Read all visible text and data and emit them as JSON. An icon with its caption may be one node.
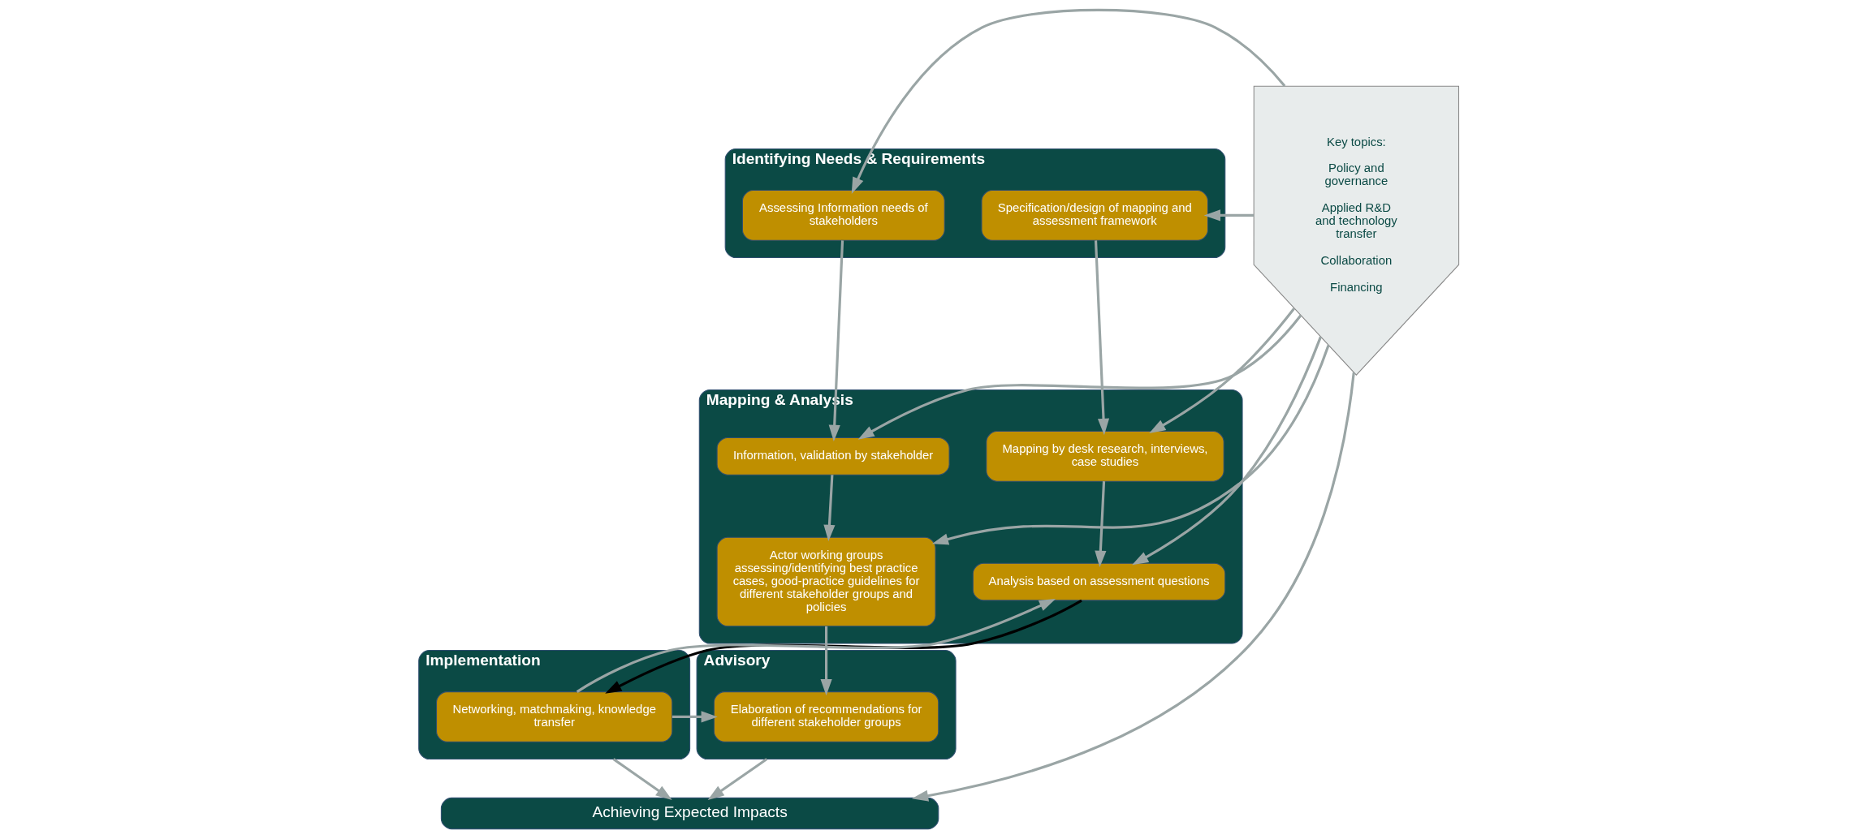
{
  "diagram": {
    "nodes": [
      {
        "text": [
          "Identifying Needs & Requirements"
        ]
      },
      {
        "text": [
          "Specification/design of mapping and assessment framework"
        ],
        "in": 0
      },
      {
        "text": [
          "Assessing Information needs of stakeholders"
        ],
        "in": 0
      },
      {
        "text": [
          "Mapping & Analysis"
        ]
      },
      {
        "text": [
          "Mapping by desk research, interviews, case studies"
        ],
        "in": 3
      },
      {
        "text": [
          "Information, validation by stakeholder"
        ],
        "in": 3
      },
      {
        "text": [
          "Analysis based on assessment questions"
        ],
        "in": 3
      },
      {
        "text": [
          "Actor working groups assessing/identifying best practice cases, good-practice guidelines for different stakeholder groups and policies"
        ],
        "in": 3
      },
      {
        "text": [
          "Implementation"
        ]
      },
      {
        "text": [
          "Networking, matchmaking, knowledge transfer"
        ],
        "in": 8
      },
      {
        "text": [
          "Advisory"
        ]
      },
      {
        "text": [
          "Elaboration of recommendations for different stakeholder groups"
        ],
        "in": 10
      },
      {
        "text": [
          "Key topics:",
          "Policy and governance",
          "Applied R&D and technology transfer",
          "Collaboration",
          "Financing"
        ]
      },
      {
        "text": [
          "Achieving Expected Impacts"
        ]
      }
    ],
    "edges": [
      {
        "from": 12,
        "to": 1,
        "arrow": "to"
      },
      {
        "from": 12,
        "to": 2,
        "arrow": "to"
      },
      {
        "from": 12,
        "to": 4,
        "arrow": "to"
      },
      {
        "from": 12,
        "to": 5,
        "arrow": "to"
      },
      {
        "from": 12,
        "to": 6,
        "arrow": "to"
      },
      {
        "from": 12,
        "to": 7,
        "arrow": "to"
      },
      {
        "from": 12,
        "to": 13,
        "arrow": "to"
      },
      {
        "from": 1,
        "to": 4,
        "arrow": "to"
      },
      {
        "from": 2,
        "to": 5,
        "arrow": "to"
      },
      {
        "from": 4,
        "to": 6,
        "arrow": "to"
      },
      {
        "from": 5,
        "to": 7,
        "arrow": "to"
      },
      {
        "from": 6,
        "to": 9,
        "arrow": "to",
        "color": "#000000"
      },
      {
        "from": 7,
        "to": 11,
        "arrow": "to"
      },
      {
        "from": 9,
        "to": 6,
        "arrow": "to"
      },
      {
        "from": 9,
        "to": 11,
        "arrow": "to"
      },
      {
        "from": 8,
        "to": 13,
        "arrow": "to"
      },
      {
        "from": 10,
        "to": 13,
        "arrow": "to"
      }
    ]
  }
}
